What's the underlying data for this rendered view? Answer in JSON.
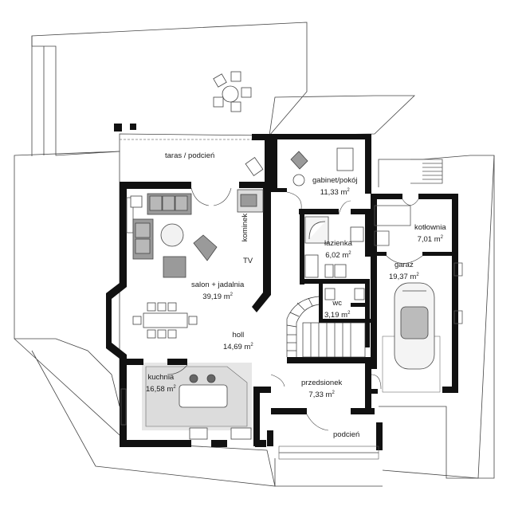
{
  "area_unit": "m",
  "area_exponent": "2",
  "rooms": [
    {
      "key": "taras",
      "name": "taras / podcień",
      "area": ""
    },
    {
      "key": "gabinet",
      "name": "gabinet/pokój",
      "area": "11,33"
    },
    {
      "key": "lazienka",
      "name": "łazienka",
      "area": "6,02"
    },
    {
      "key": "kotlownia",
      "name": "kotłownia",
      "area": "7,01"
    },
    {
      "key": "garaz",
      "name": "garaż",
      "area": "19,37"
    },
    {
      "key": "salon",
      "name": "salon + jadalnia",
      "area": "39,19"
    },
    {
      "key": "wc",
      "name": "wc",
      "area": "3,19"
    },
    {
      "key": "holl",
      "name": "holl",
      "area": "14,69"
    },
    {
      "key": "kuchnia",
      "name": "kuchnia",
      "area": "16,58"
    },
    {
      "key": "przedsionek",
      "name": "przedsionek",
      "area": "7,33"
    },
    {
      "key": "podcien",
      "name": "podcień",
      "area": ""
    }
  ],
  "annotations": {
    "kominek": "kominek",
    "tv": "TV"
  },
  "colors": {
    "wall": "#111111",
    "outline": "#555555",
    "furniture_fill": "#9a9a9a",
    "kitchen_floor": "#e3e3e3"
  }
}
